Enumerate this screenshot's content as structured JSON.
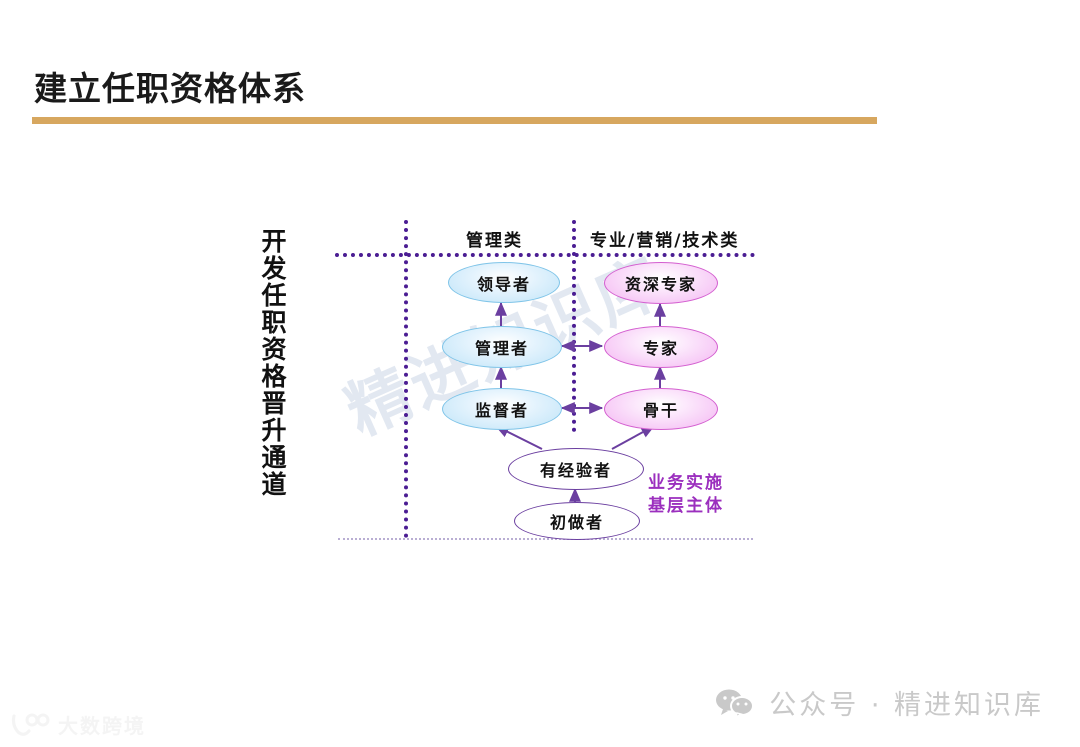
{
  "slide": {
    "title": "建立任职资格体系",
    "accent_color": "#d7a75f",
    "background": "#ffffff"
  },
  "diagram": {
    "side_label": "开发任职资格晋升通道",
    "columns": [
      {
        "key": "management",
        "header": "管理类",
        "node_color": "#bfe4f8",
        "border_color": "#7fc4e8"
      },
      {
        "key": "professional",
        "header": "专业/营销/技术类",
        "node_color": "#f3b6f2",
        "border_color": "#d45fd0"
      }
    ],
    "nodes": {
      "leader": "领导者",
      "manager": "管理者",
      "supervisor": "监督者",
      "senior_expert": "资深专家",
      "expert": "专家",
      "backbone": "骨干",
      "experienced": "有经验者",
      "novice": "初做者"
    },
    "annotation": {
      "line1": "业务实施",
      "line2": "基层主体",
      "color": "#9b2fbe"
    },
    "divider_color": "#4b1d93",
    "arrow_color": "#6b3fa0"
  },
  "watermarks": {
    "diagonal": "精进知识库",
    "wechat_label": "公众号 · 精进知识库",
    "brand": "大数跨境"
  }
}
